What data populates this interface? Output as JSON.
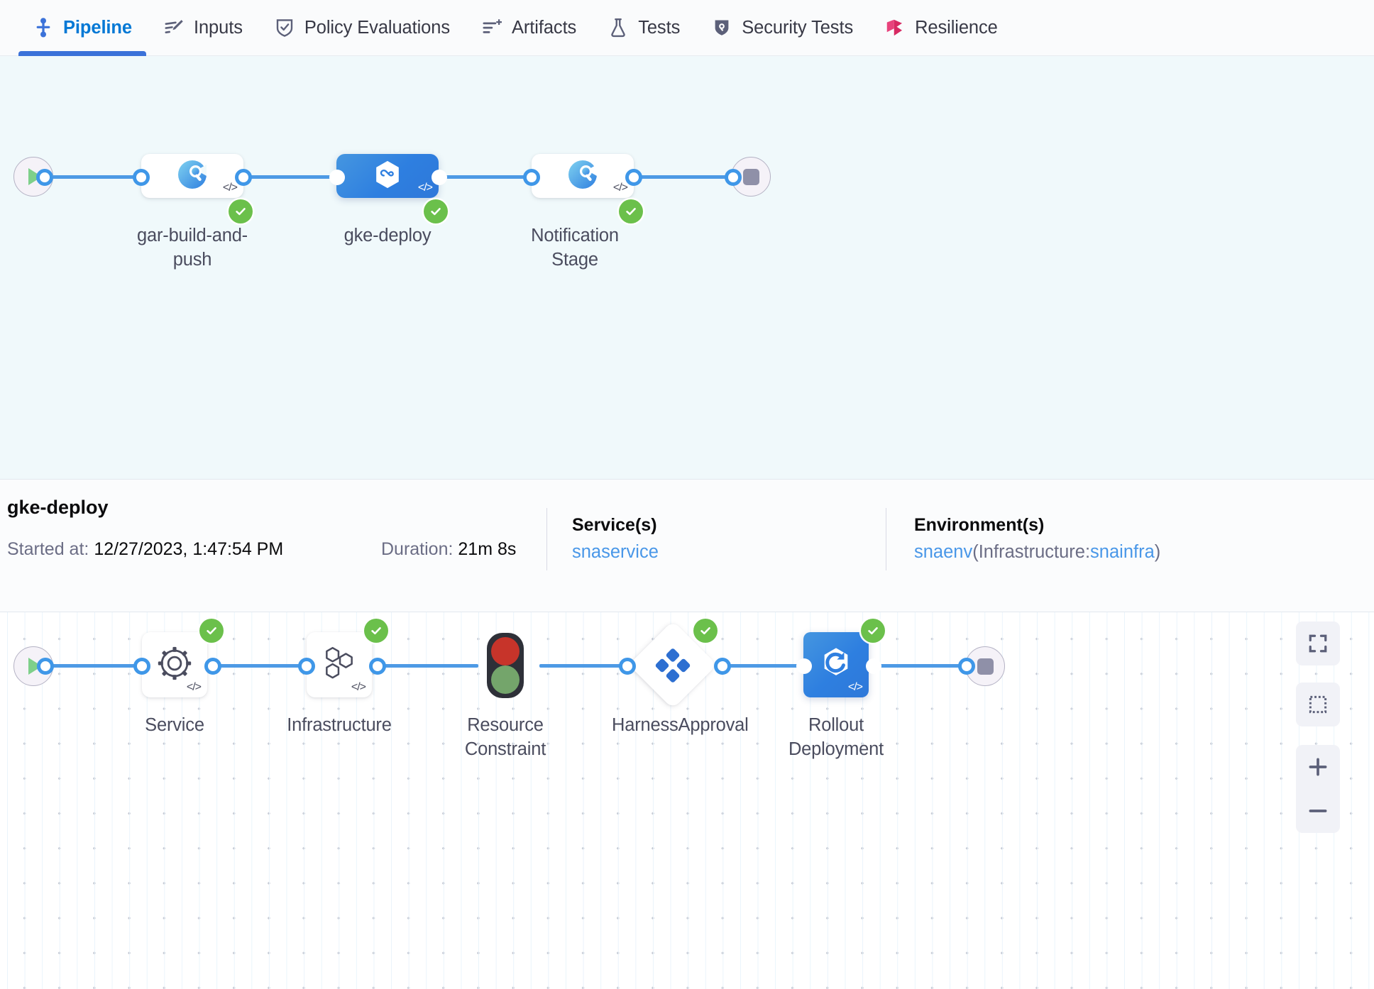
{
  "tabs": [
    {
      "label": "Pipeline",
      "icon": "pipeline-icon",
      "active": true
    },
    {
      "label": "Inputs",
      "icon": "inputs-icon",
      "active": false
    },
    {
      "label": "Policy Evaluations",
      "icon": "policy-shield-check-icon",
      "active": false
    },
    {
      "label": "Artifacts",
      "icon": "artifacts-list-plus-icon",
      "active": false
    },
    {
      "label": "Tests",
      "icon": "tests-flask-icon",
      "active": false
    },
    {
      "label": "Security Tests",
      "icon": "security-shield-icon",
      "active": false
    },
    {
      "label": "Resilience",
      "icon": "resilience-icon",
      "active": false
    }
  ],
  "pipeline_graph": {
    "start_node": {
      "icon": "play-icon"
    },
    "end_node": {
      "icon": "stop-icon"
    },
    "stages": [
      {
        "label": "gar-build-and-push",
        "icon": "ci-stage-icon",
        "status": "success",
        "selected": false,
        "code_icon": "code-icon"
      },
      {
        "label": "gke-deploy",
        "icon": "cd-deploy-hexagon-icon",
        "status": "success",
        "selected": true,
        "code_icon": "code-icon"
      },
      {
        "label": "Notification Stage",
        "icon": "custom-stage-icon",
        "status": "success",
        "selected": false,
        "code_icon": "code-icon"
      }
    ]
  },
  "info": {
    "title": "gke-deploy",
    "started_label": "Started at:",
    "started_value": "12/27/2023, 1:47:54 PM",
    "duration_label": "Duration:",
    "duration_value": "21m 8s",
    "services_header": "Service(s)",
    "services_value": "snaservice",
    "environments_header": "Environment(s)",
    "environment_name": "snaenv",
    "environment_infra_prefix": "(Infrastructure:",
    "environment_infra_name": "snainfra",
    "environment_infra_suffix": ")"
  },
  "step_graph": {
    "start_node": {
      "icon": "play-icon"
    },
    "end_node": {
      "icon": "stop-icon"
    },
    "steps": [
      {
        "label": "Service",
        "icon": "gear-icon",
        "status": "success",
        "shape": "card",
        "selected": false,
        "code_icon": "code-icon"
      },
      {
        "label": "Infrastructure",
        "icon": "hexagons-icon",
        "status": "success",
        "shape": "card",
        "selected": false,
        "code_icon": "code-icon"
      },
      {
        "label": "Resource Constraint",
        "icon": "traffic-light-icon",
        "status": "none",
        "shape": "bare",
        "selected": false,
        "code_icon": ""
      },
      {
        "label": "HarnessApproval",
        "icon": "harness-approval-diamond-icon",
        "status": "success",
        "shape": "diamond",
        "selected": false,
        "code_icon": ""
      },
      {
        "label": "Rollout Deployment",
        "icon": "rollout-deployment-icon",
        "status": "success",
        "shape": "card",
        "selected": true,
        "code_icon": "code-icon"
      }
    ]
  },
  "zoom_controls": [
    {
      "name": "fit-to-screen-button",
      "icon": "expand-icon"
    },
    {
      "name": "select-area-button",
      "icon": "dashed-square-icon"
    },
    {
      "name": "zoom-in-button",
      "icon": "plus-icon"
    },
    {
      "name": "zoom-out-button",
      "icon": "minus-icon"
    }
  ],
  "colors": {
    "accent_blue": "#0278d5",
    "connector_blue": "#4d9ae5",
    "status_green": "#6bc04b",
    "selected_node_blue": "#2e7fe0",
    "canvas_top_bg": "#f0f9fb",
    "link_blue": "#4997e8"
  }
}
